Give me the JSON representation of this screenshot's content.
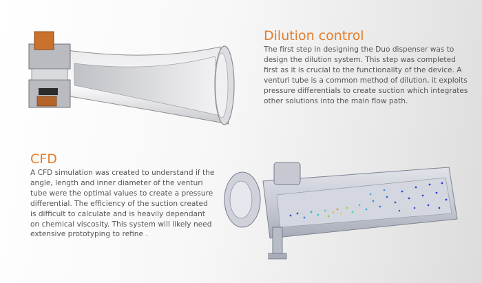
{
  "sections": {
    "dilution": {
      "heading": "Dilution control",
      "body": "The first step in designing the Duo dispenser was to design the dilution system. This step was completed first as it is crucial to the functionality of the device. A venturi tube is a common method of dilution, it exploits pressure differentials to create suction which integrates other solutions into the main flow path."
    },
    "cfd": {
      "heading": "CFD",
      "body": "A CFD simulation was created to understand if the angle, length and inner diameter of the venturi tube were the optimal values to create a pressure differential. The efficiency of the suction created is difficult to calculate and is heavily dependant on chemical viscosity. This system will likely need extensive prototyping to refine ."
    }
  },
  "colors": {
    "heading": "#e37d2a",
    "body": "#555555",
    "accent_copper": "#c8722e",
    "part_grey": "#c9ccd4"
  },
  "illustrations": {
    "top": "venturi-tube-cutaway",
    "bottom": "cfd-simulation-render"
  }
}
